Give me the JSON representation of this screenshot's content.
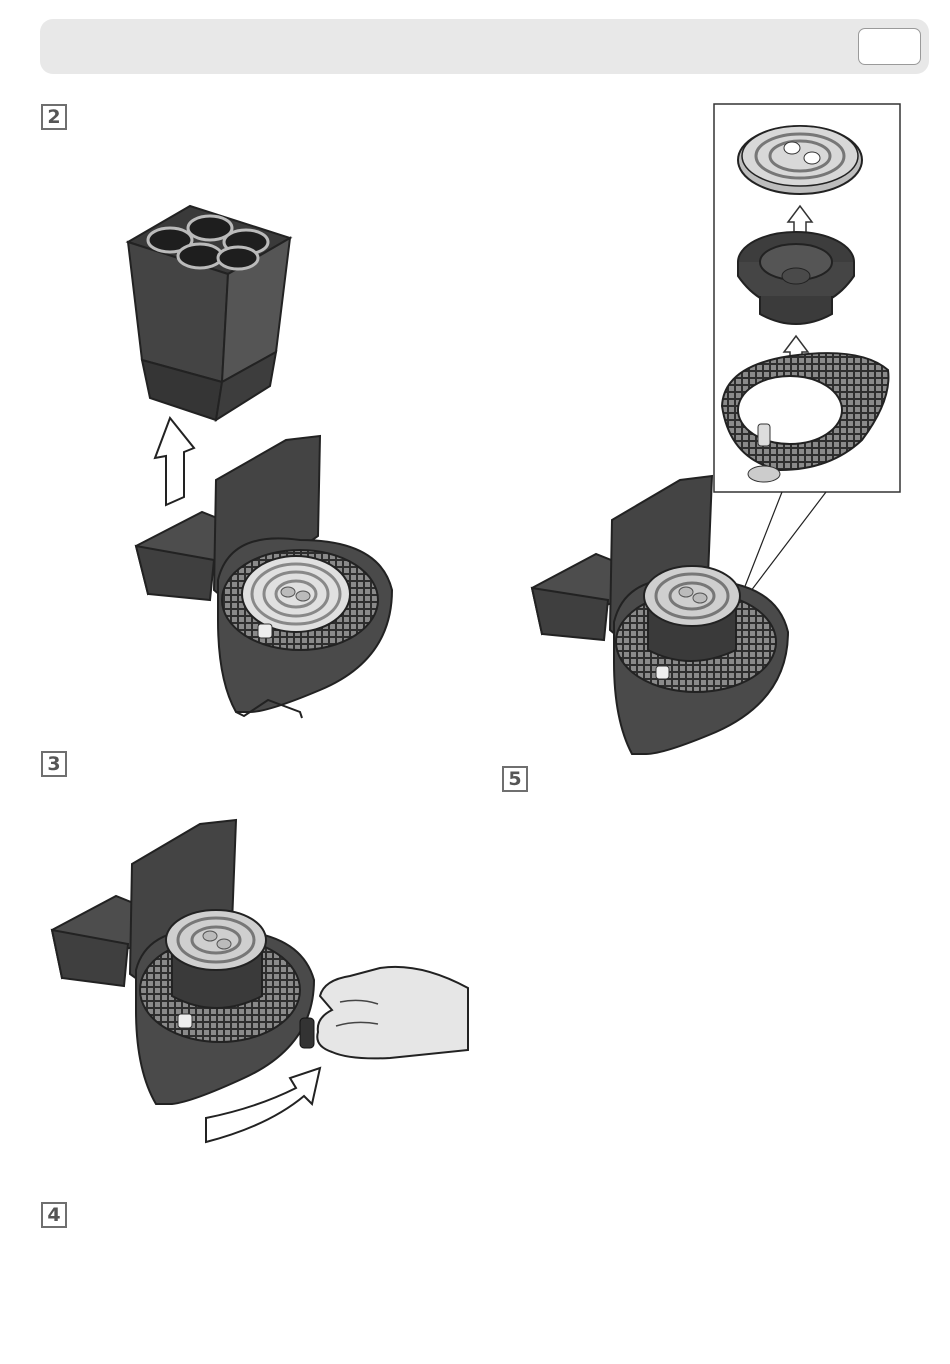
{
  "header": {
    "page_number": ""
  },
  "steps": [
    {
      "label": "2"
    },
    {
      "label": "3"
    },
    {
      "label": "4"
    },
    {
      "label": "5"
    }
  ],
  "colors": {
    "header": "#e8e8e8",
    "machine": "#4d4d4d",
    "machine_dark": "#2f2f2f",
    "grid": "#9a9a9a",
    "paper": "#ffffff"
  },
  "icons": [
    "up-arrow-icon",
    "rotate-arrow-icon"
  ]
}
